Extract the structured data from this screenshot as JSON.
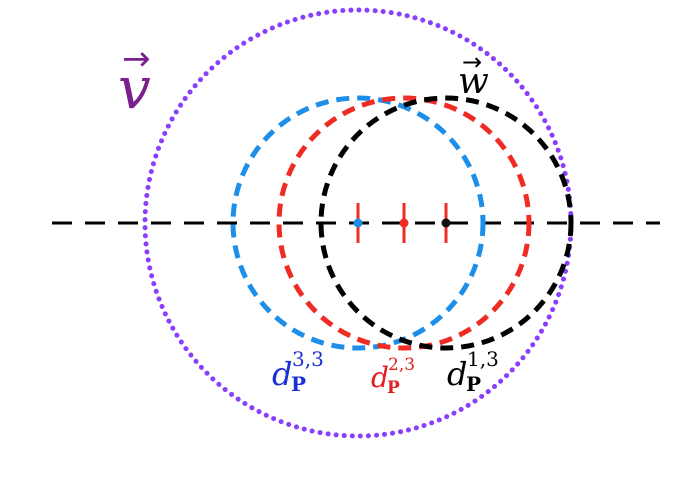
{
  "colors": {
    "background": "#ffffff",
    "v_circle": "#8a3ffc",
    "v_label": "#7b1f8f",
    "d33": "#1e8fe8",
    "d33_label": "#1a2fd4",
    "d23": "#ef2b24",
    "d23_label": "#e32020",
    "d13": "#000000",
    "axis": "#000000"
  },
  "labels": {
    "v": "v",
    "w": "w",
    "arrow": "→",
    "d33": {
      "base": "d",
      "sub": "P",
      "sup": "3,3"
    },
    "d23": {
      "base": "d",
      "sub": "P",
      "sup": "2,3"
    },
    "d13": {
      "base": "d",
      "sub": "P",
      "sup": "1,3"
    }
  }
}
